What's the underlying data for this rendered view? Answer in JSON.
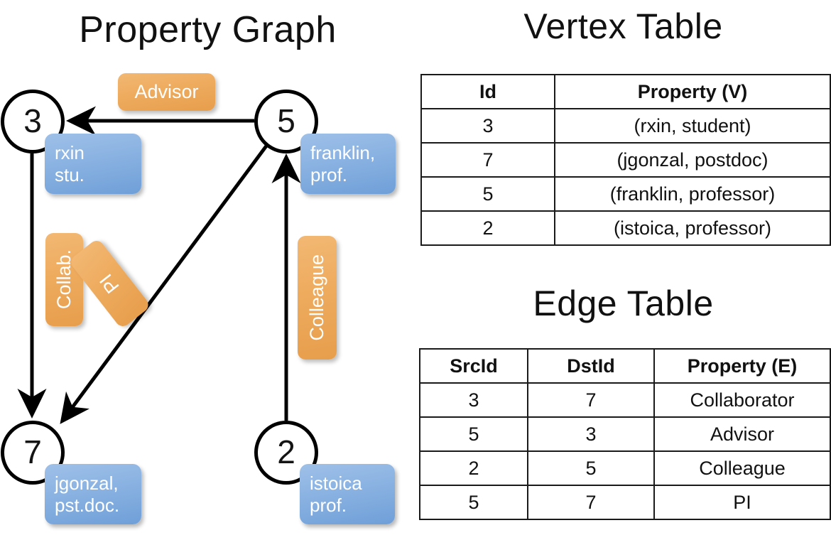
{
  "titles": {
    "property_graph": "Property Graph",
    "vertex_table": "Vertex Table",
    "edge_table": "Edge Table"
  },
  "colors": {
    "vertex_property_fill": "#d3ddf0",
    "edge_property_fill": "#f7ddc3",
    "node_property_box": "#8bb3e2",
    "edge_label_box": "#eeab5e",
    "stroke": "#000000"
  },
  "graph": {
    "nodes": [
      {
        "id": "3",
        "property_line1": "rxin",
        "property_line2": "stu."
      },
      {
        "id": "5",
        "property_line1": "franklin,",
        "property_line2": "prof."
      },
      {
        "id": "7",
        "property_line1": "jgonzal,",
        "property_line2": "pst.doc."
      },
      {
        "id": "2",
        "property_line1": "istoica",
        "property_line2": "prof."
      }
    ],
    "edge_labels": [
      {
        "name": "advisor",
        "text": "Advisor",
        "orientation": "horizontal"
      },
      {
        "name": "collab",
        "text": "Collab.",
        "orientation": "vertical"
      },
      {
        "name": "pi",
        "text": "PI",
        "orientation": "diagonal"
      },
      {
        "name": "colleague",
        "text": "Colleague",
        "orientation": "vertical"
      }
    ],
    "edges": [
      {
        "src": "5",
        "dst": "3",
        "label": "Advisor"
      },
      {
        "src": "3",
        "dst": "7",
        "label": "Collab."
      },
      {
        "src": "5",
        "dst": "7",
        "label": "PI"
      },
      {
        "src": "2",
        "dst": "5",
        "label": "Colleague"
      }
    ]
  },
  "vertex_table": {
    "headers": [
      "Id",
      "Property (V)"
    ],
    "rows": [
      {
        "id": "3",
        "property": "(rxin, student)"
      },
      {
        "id": "7",
        "property": "(jgonzal, postdoc)"
      },
      {
        "id": "5",
        "property": "(franklin, professor)"
      },
      {
        "id": "2",
        "property": "(istoica, professor)"
      }
    ]
  },
  "edge_table": {
    "headers": [
      "SrcId",
      "DstId",
      "Property (E)"
    ],
    "rows": [
      {
        "src": "3",
        "dst": "7",
        "property": "Collaborator"
      },
      {
        "src": "5",
        "dst": "3",
        "property": "Advisor"
      },
      {
        "src": "2",
        "dst": "5",
        "property": "Colleague"
      },
      {
        "src": "5",
        "dst": "7",
        "property": "PI"
      }
    ]
  }
}
